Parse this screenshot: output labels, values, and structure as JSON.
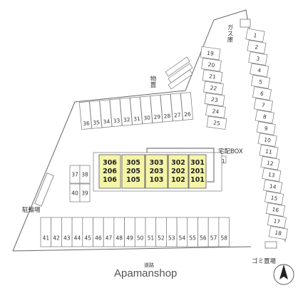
{
  "labels": {
    "gas_storage": "ガス庫",
    "storage": "物置",
    "delivery_box": "宅配BOX",
    "delivery_box_num": "1",
    "bicycle_parking": "駐輪場",
    "garbage": "ゴミ置場",
    "road": "道路",
    "watermark": "Apamanshop",
    "north": "N"
  },
  "parking": {
    "right_column": [
      "1",
      "2",
      "3",
      "4",
      "5",
      "6",
      "7",
      "8",
      "9",
      "10",
      "11",
      "12",
      "13",
      "14",
      "15",
      "16",
      "17",
      "18"
    ],
    "upper_middle": [
      "19",
      "20",
      "21",
      "22",
      "23",
      "24",
      "25"
    ],
    "upper_row": [
      "36",
      "35",
      "34",
      "33",
      "32",
      "31",
      "30",
      "29",
      "28",
      "27",
      "26"
    ],
    "left_block_top": [
      "37",
      "38"
    ],
    "left_block_bottom": [
      "40",
      "39"
    ],
    "bottom_row": [
      "41",
      "42",
      "43",
      "44",
      "45",
      "46",
      "47",
      "48",
      "49",
      "50",
      "51",
      "52",
      "53",
      "54",
      "55",
      "56",
      "57",
      "58"
    ]
  },
  "building_units": [
    [
      "306",
      "206",
      "106"
    ],
    [
      "305",
      "205",
      "105"
    ],
    [
      "303",
      "203",
      "103"
    ],
    [
      "302",
      "202",
      "102"
    ],
    [
      "301",
      "201",
      "101"
    ]
  ],
  "colors": {
    "building_fill": "#f5f5a8",
    "lines": "#666666"
  }
}
